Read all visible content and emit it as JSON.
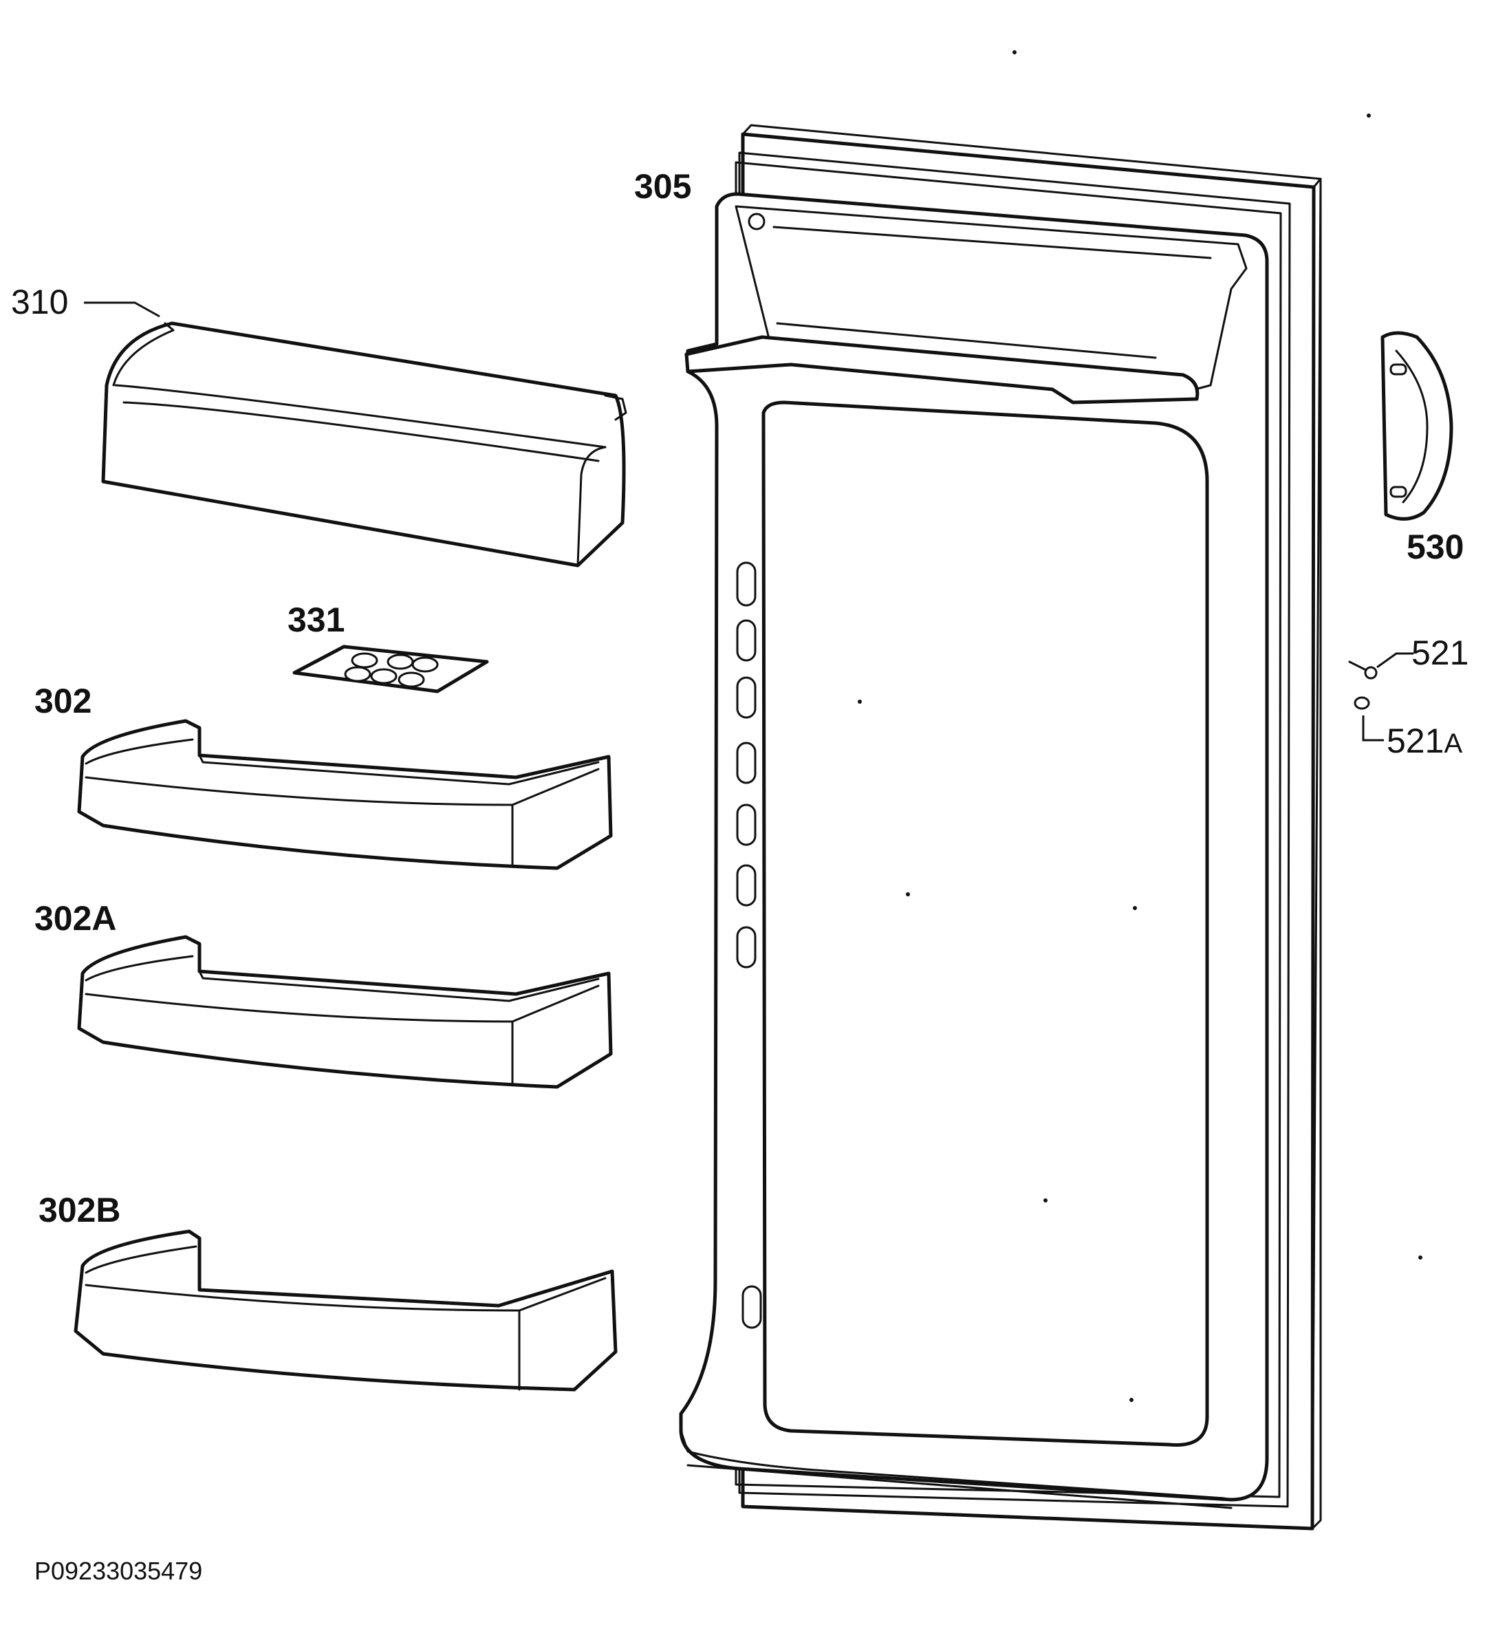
{
  "labels": {
    "door": "305",
    "dairy_cover": "310",
    "egg_tray": "331",
    "balcony_1": "302",
    "balcony_2": "302A",
    "balcony_3": "302B",
    "handle": "530",
    "screw_num": "521",
    "washer_num": "521",
    "washer_suffix": "A"
  },
  "drawing_code": "P09233035479"
}
